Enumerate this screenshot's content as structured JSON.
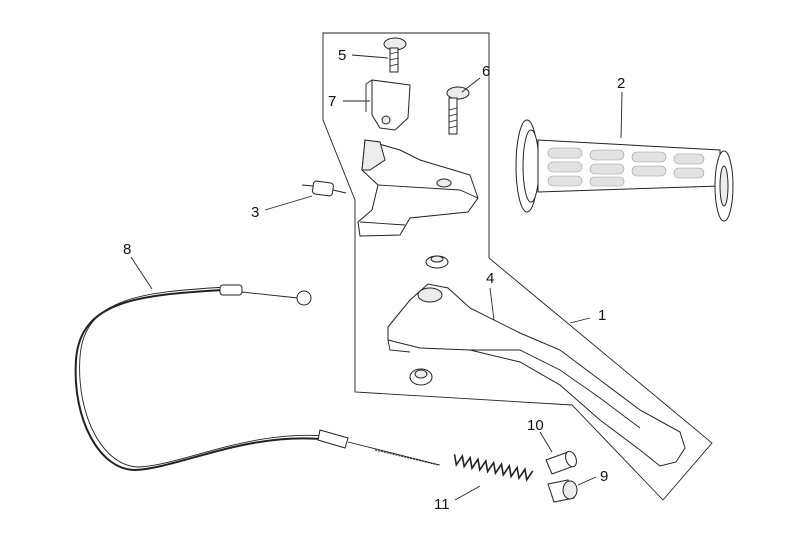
{
  "diagram": {
    "labels": [
      {
        "id": "1",
        "text": "1"
      },
      {
        "id": "2",
        "text": "2"
      },
      {
        "id": "3",
        "text": "3"
      },
      {
        "id": "4",
        "text": "4"
      },
      {
        "id": "5",
        "text": "5"
      },
      {
        "id": "6",
        "text": "6"
      },
      {
        "id": "7",
        "text": "7"
      },
      {
        "id": "8",
        "text": "8"
      },
      {
        "id": "9",
        "text": "9"
      },
      {
        "id": "10",
        "text": "10"
      },
      {
        "id": "11",
        "text": "11"
      }
    ]
  }
}
